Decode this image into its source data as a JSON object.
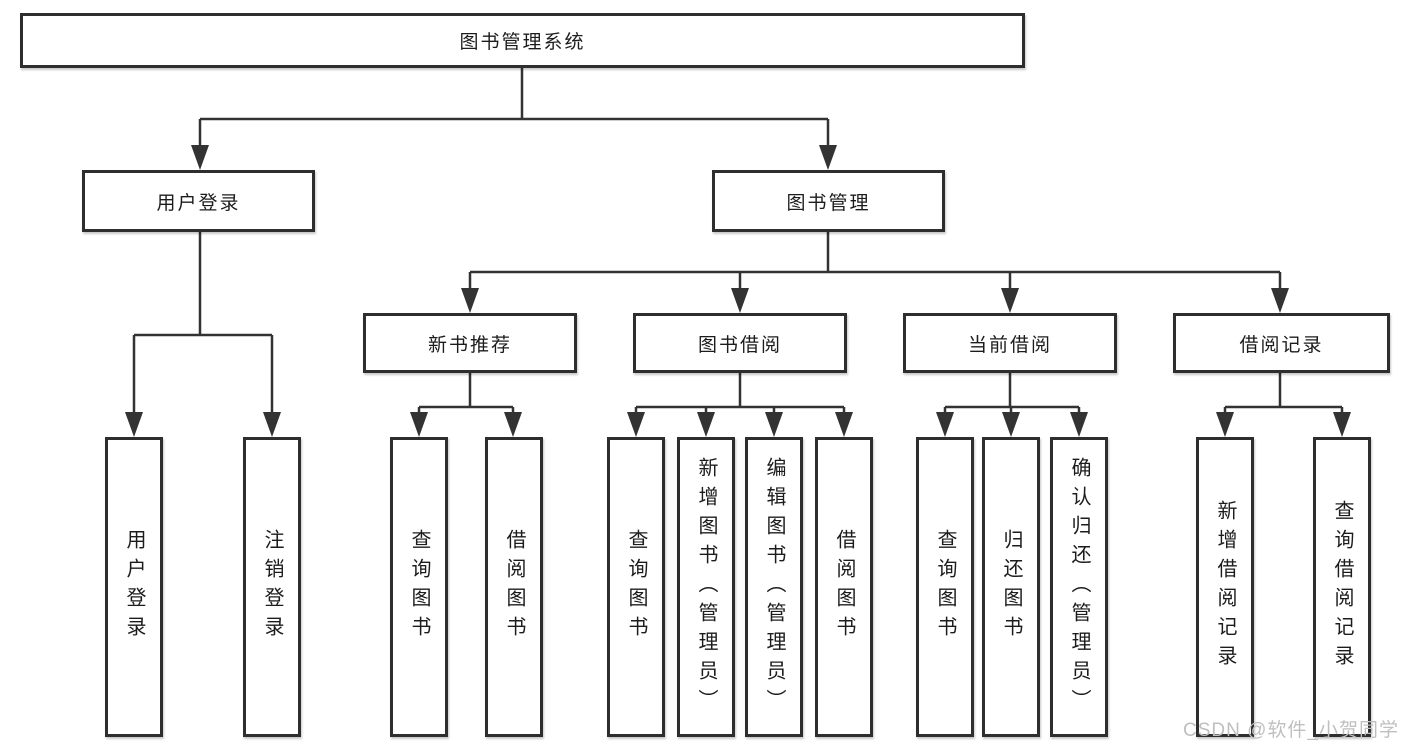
{
  "root": {
    "label": "图书管理系统"
  },
  "branches": [
    {
      "label": "用户登录",
      "children": [
        {
          "label": "用户登录"
        },
        {
          "label": "注销登录"
        }
      ]
    },
    {
      "label": "图书管理",
      "groups": [
        {
          "label": "新书推荐",
          "children": [
            {
              "label": "查询图书"
            },
            {
              "label": "借阅图书"
            }
          ]
        },
        {
          "label": "图书借阅",
          "children": [
            {
              "label": "查询图书"
            },
            {
              "label": "新增图书（管理员）"
            },
            {
              "label": "编辑图书（管理员）"
            },
            {
              "label": "借阅图书"
            }
          ]
        },
        {
          "label": "当前借阅",
          "children": [
            {
              "label": "查询图书"
            },
            {
              "label": "归还图书"
            },
            {
              "label": "确认归还（管理员）"
            }
          ]
        },
        {
          "label": "借阅记录",
          "children": [
            {
              "label": "新增借阅记录"
            },
            {
              "label": "查询借阅记录"
            }
          ]
        }
      ]
    }
  ],
  "watermark": {
    "text": "CSDN @软件_小贺同学"
  },
  "colors": {
    "line": "#333333",
    "box_border": "#2e2e2e",
    "text": "#1c1c1c",
    "watermark": "#bfbfbf",
    "background": "#ffffff"
  }
}
